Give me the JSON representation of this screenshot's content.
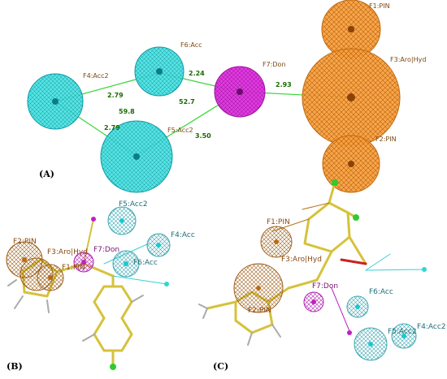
{
  "panels": {
    "a": "(A)",
    "b": "(B)",
    "c": "(C)"
  },
  "panel_a": {
    "features": {
      "f1": "F1:PIN",
      "f2": "F2:PIN",
      "f3": "F3:Aro|Hyd",
      "f4": "F4:Acc2",
      "f5": "F5:Acc2",
      "f6": "F6:Acc",
      "f7": "F7:Don"
    },
    "distances": {
      "f4_f6": "2.79",
      "f4_f5": "2.79",
      "f6_f7": "2.24",
      "f5_f7": "3.50",
      "f7_f3": "2.93"
    },
    "angles": {
      "a1": "59.8",
      "a2": "52.7"
    }
  },
  "panel_b": {
    "labels": {
      "f5": "F5:Acc2",
      "f4": "F4:Acc",
      "f2": "F2:PIN",
      "f3": "F3:Aro|Hyd",
      "f7": "F7:Don",
      "f1": "F1:PIN",
      "f6": "F6:Acc"
    }
  },
  "panel_c": {
    "labels": {
      "f1": "F1:PIN",
      "f3": "F3:Aro|Hyd",
      "f7": "F7:Don",
      "f6": "F6:Acc",
      "f2": "F2:PIN",
      "f4": "F4:Acc2",
      "f5": "F5:Acc2"
    }
  },
  "colors": {
    "acceptor": "#2ee6e6",
    "donor": "#d21ed2",
    "hydrophobic": "#f7941d",
    "distance_line": "#22cc22",
    "panel_a_label": "#7a4a12"
  }
}
